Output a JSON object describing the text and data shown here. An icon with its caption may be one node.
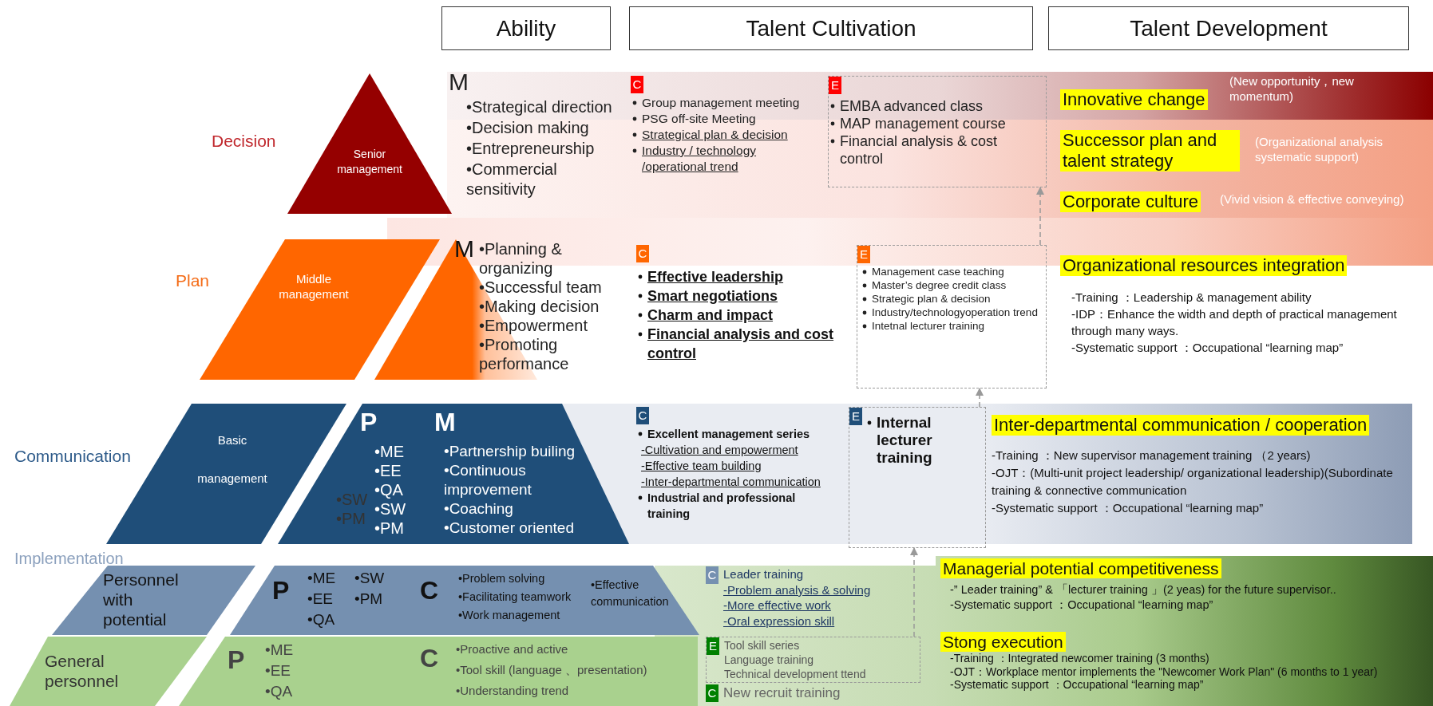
{
  "diagram": {
    "nodes": [
      {
        "text": [
          "Ability"
        ]
      },
      {
        "text": [
          "Talent Cultivation"
        ]
      },
      {
        "text": [
          "Talent Development"
        ]
      },
      {
        "text": [
          "Senior management"
        ],
        "beside": [
          "Decision"
        ]
      },
      {
        "text": [
          "C"
        ],
        "beside": [
          "Group management meeting",
          "PSG off-site Meeting",
          "Strategical plan & decision",
          "Industry / technology /operational trend"
        ]
      },
      {
        "text": [
          "E",
          "EMBA advanced class",
          "MAP management course",
          "Financial analysis & cost control"
        ]
      },
      {
        "text": [
          "Innovative change"
        ],
        "beside": [
          "(New opportunity，new momentum)"
        ]
      },
      {
        "text": [
          "Successor plan and talent strategy"
        ],
        "beside": [
          "(Organizational analysis systematic support)"
        ]
      },
      {
        "text": [
          "Corporate culture"
        ],
        "beside": [
          "(Vivid vision & effective conveying)"
        ]
      },
      {
        "text": [
          "Middle management"
        ],
        "beside": [
          "Plan"
        ]
      },
      {
        "text": [
          "M",
          "•Planning & organizing",
          "•Successful team",
          "•Making decision",
          "•Empowerment",
          "•Promoting performance"
        ]
      },
      {
        "text": [
          "C"
        ],
        "beside": [
          "Effective leadership",
          "Smart negotiations",
          "Charm and impact",
          "Financial analysis and cost control"
        ]
      },
      {
        "text": [
          "E",
          "Management case teaching",
          "Master’s degree credit class",
          "Strategic plan & decision",
          "Industry/technologyoperation trend",
          "Intetnal lecturer training"
        ]
      },
      {
        "text": [
          "Organizational resources integration"
        ],
        "beside": [
          "-Training ：Leadership & management ability",
          "-IDP：Enhance the width and depth of practical management through many ways.",
          "-Systematic support ：Occupational “learning map”"
        ]
      },
      {
        "text": [
          "Basic management"
        ],
        "beside": [
          "Communication"
        ]
      },
      {
        "text": [
          "P",
          "•ME",
          "•EE",
          "•QA",
          "•SW",
          "•PM",
          "•SW",
          "•PM",
          "M",
          "•Partnership builing",
          "•Continuous improvement",
          "•Coaching",
          "•Customer oriented"
        ]
      },
      {
        "text": [
          "C"
        ],
        "beside": [
          "Excellent management series",
          "-Cultivation and empowerment",
          "-Effective team building",
          "-Inter-departmental communication",
          "Industrial and professional training"
        ]
      },
      {
        "text": [
          "E",
          "Internal lecturer training"
        ]
      },
      {
        "text": [
          "Inter-departmental communication / cooperation"
        ],
        "beside": [
          "-Training ：New supervisor management training （2 years)",
          "-OJT：(Multi-unit project leadership/ organizational leadership)(Subordinate training & connective communication",
          "-Systematic support ：Occupational “learning map”"
        ]
      },
      {
        "text": [
          "Personnel with potential"
        ]
      },
      {
        "text": [
          "P",
          "•ME",
          "•EE",
          "•QA",
          "•SW",
          "•PM",
          "C",
          "•Problem solving",
          "•Facilitating teamwork",
          "•Work management",
          "•Effective communication"
        ]
      },
      {
        "text": [
          "C"
        ],
        "beside": [
          "Leader training",
          "-Problem analysis & solving",
          "-More effective work",
          "-Oral expression skill"
        ]
      },
      {
        "text": [
          "E",
          "Tool skill series",
          "Language training",
          "Technical development ttend"
        ]
      },
      {
        "text": [
          "C"
        ],
        "beside": [
          "New recruit training"
        ]
      },
      {
        "text": [
          "Managerial potential competitiveness"
        ],
        "beside": [
          "-” Leader training” & 「lecturer training 」(2 yeas) for the future supervisor..",
          "-Systematic support ：Occupational “learning map”"
        ]
      },
      {
        "text": [
          "Stong execution"
        ],
        "beside": [
          "-Training ：Integrated newcomer training (3 months)",
          "-OJT：Workplace mentor implements the \"Newcomer Work Plan\" (6 months to 1 year)",
          "-Systematic support ：Occupational “learning map”"
        ]
      },
      {
        "text": [
          "General personnel"
        ]
      },
      {
        "text": [
          "P",
          "•ME",
          "•EE",
          "•QA",
          "C",
          "•Proactive and active",
          "•Tool skill (language 、presentation)",
          "•Understanding trend"
        ]
      }
    ],
    "edges": [
      {
        "from": 22,
        "to": 17,
        "arrow": "to",
        "style": "dashed"
      },
      {
        "from": 17,
        "to": 12,
        "arrow": "to",
        "style": "dashed"
      },
      {
        "from": 12,
        "to": 5,
        "arrow": "to",
        "style": "dashed"
      }
    ],
    "labels": [
      "M",
      "•Strategical direction",
      "•Decision making",
      "•Entrepreneurship",
      "•Commercial sensitivity",
      "Implementation"
    ]
  }
}
